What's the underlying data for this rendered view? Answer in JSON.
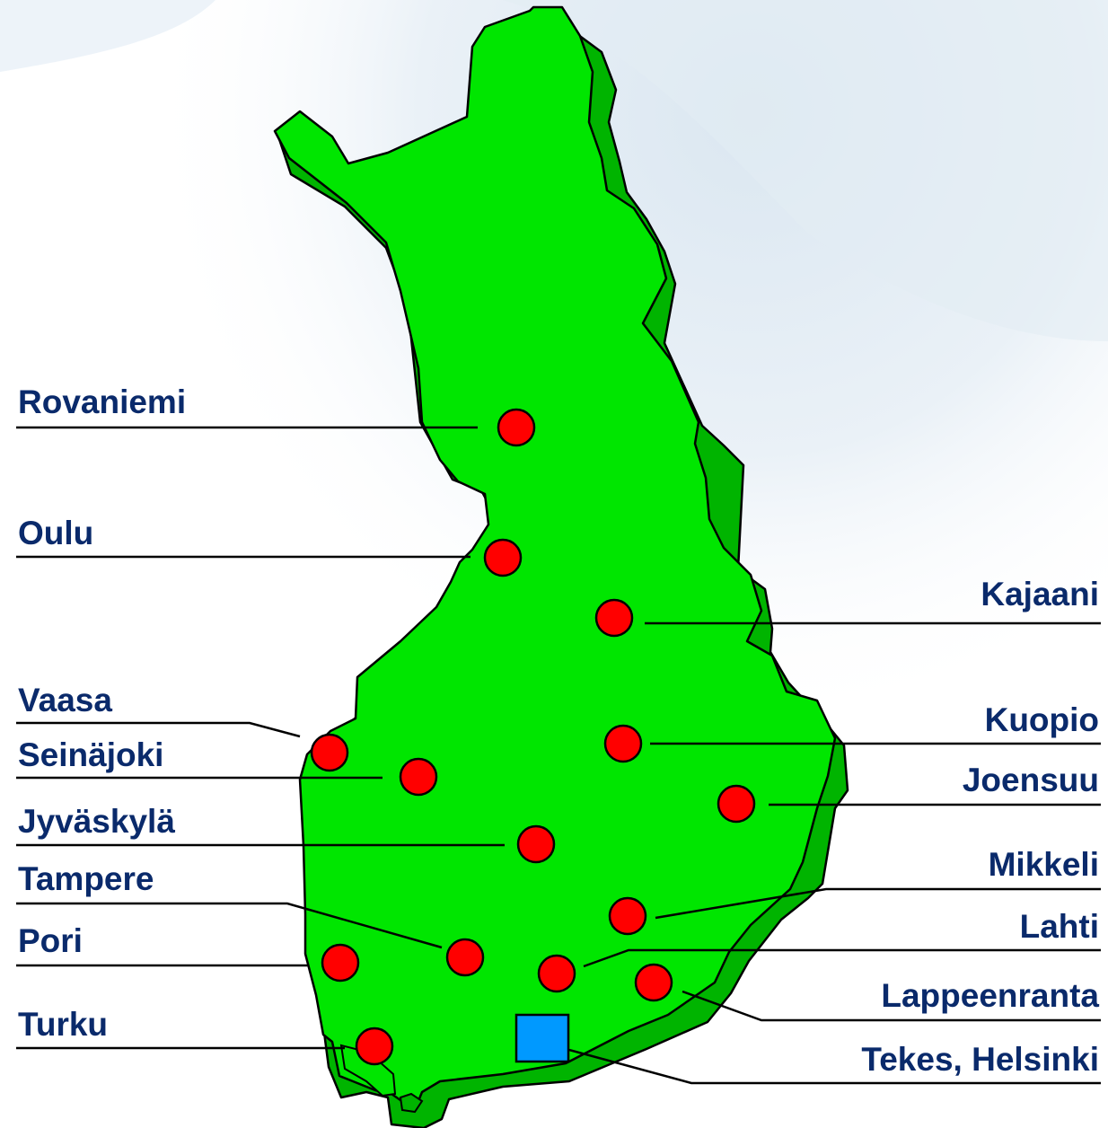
{
  "colors": {
    "land": "#00e600",
    "land_side": "#00b400",
    "outline": "#000000",
    "city_marker": "#ff0000",
    "hq_marker": "#0099ff",
    "label_text": "#0a2a6b",
    "leader_line": "#000000"
  },
  "cities": {
    "rovaniemi": "Rovaniemi",
    "oulu": "Oulu",
    "kajaani": "Kajaani",
    "vaasa": "Vaasa",
    "seinajoki": "Seinäjoki",
    "kuopio": "Kuopio",
    "joensuu": "Joensuu",
    "jyvaskyla": "Jyväskylä",
    "tampere": "Tampere",
    "mikkeli": "Mikkeli",
    "pori": "Pori",
    "lahti": "Lahti",
    "lappeenranta": "Lappeenranta",
    "turku": "Turku",
    "helsinki": "Tekes, Helsinki"
  },
  "markers": {
    "city": "red-circle",
    "hq": "blue-square"
  }
}
